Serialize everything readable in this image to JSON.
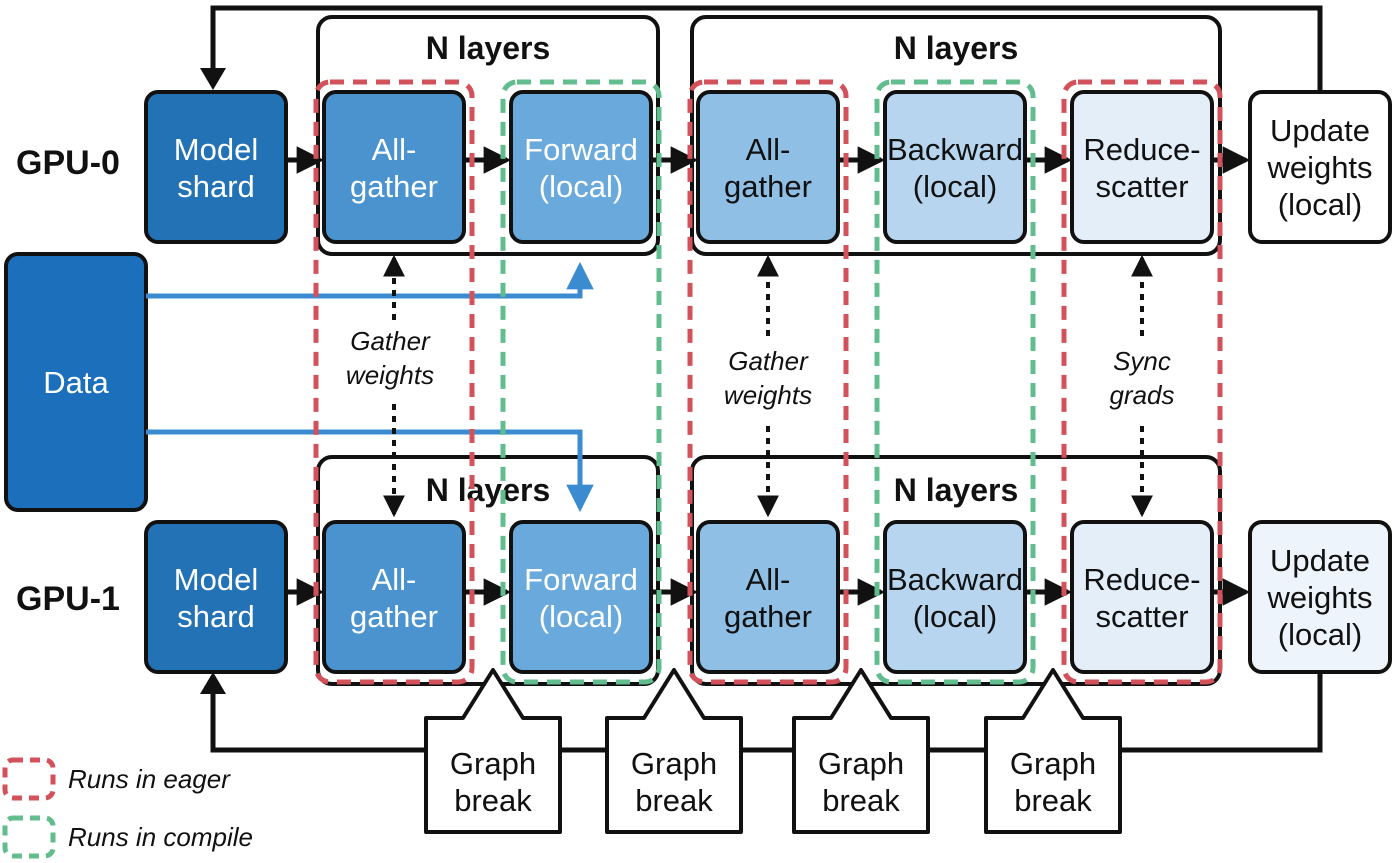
{
  "rows": {
    "gpu0": "GPU-0",
    "gpu1": "GPU-1"
  },
  "groups": {
    "n_layers": "N layers"
  },
  "data_box": "Data",
  "boxes": {
    "model_shard": [
      "Model",
      "shard"
    ],
    "all_gather": [
      "All-",
      "gather"
    ],
    "forward": [
      "Forward",
      "(local)"
    ],
    "backward": [
      "Backward",
      "(local)"
    ],
    "reduce_scatter": [
      "Reduce-",
      "scatter"
    ],
    "update_weights": [
      "Update",
      "weights",
      "(local)"
    ]
  },
  "annotations": {
    "gather_weights": [
      "Gather",
      "weights"
    ],
    "sync_grads": [
      "Sync",
      "grads"
    ]
  },
  "graph_break": [
    "Graph",
    "break"
  ],
  "legend": {
    "eager": "Runs in eager",
    "compile": "Runs in compile"
  },
  "colors": {
    "model_shard": "#2372b6",
    "all_gather": "#4a93cf",
    "forward": "#6aa9db",
    "backward": "#b7d5ee",
    "reduce_scatter": "#e3eef9",
    "update_gpu0": "#ffffff",
    "update_gpu1": "#eef4fb",
    "data": "#1c6fbb",
    "data_arrow": "#3a8bd0",
    "eager": "#d3515a",
    "compile": "#62bd8e"
  }
}
